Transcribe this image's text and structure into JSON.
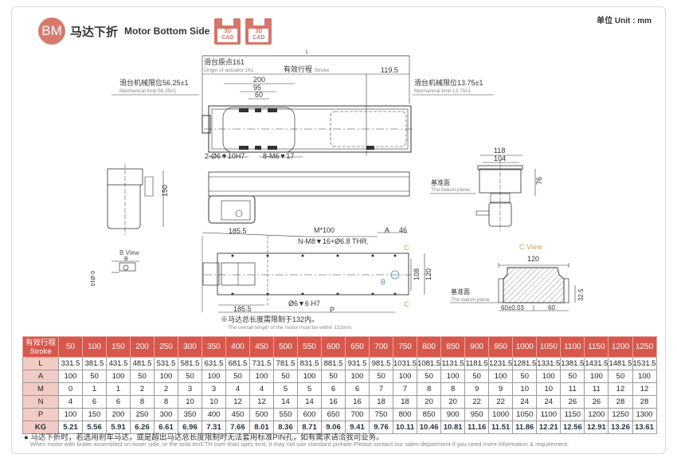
{
  "header": {
    "badge": "BM",
    "title_cn": "马达下折",
    "title_en": "Motor Bottom Side",
    "cad_label_1": "3D",
    "cad_label_2": "CAD",
    "unit": "单位 Unit : mm"
  },
  "top_view": {
    "L": "L",
    "origin_cn": "滑台原点161",
    "origin_en": "Origin of actuator:161",
    "stroke_cn": "有效行程",
    "stroke_en": "Stroke",
    "dim_1195": "119.5",
    "mech_left_cn": "滑台机械限位56.25±1",
    "mech_left_en": "Mechanical limit:56.25±1",
    "mech_right_cn": "滑台机械限位13.75±1",
    "mech_right_en": "Mechanical limit:13.75±1",
    "dim_200": "200",
    "dim_95": "95",
    "dim_60": "60",
    "hole_1": "2-Ø6▼10H7",
    "hole_2": "8-M6▼17"
  },
  "side_view": {
    "dim_150": "150"
  },
  "end_view": {
    "dim_118": "118",
    "dim_104": "104",
    "dim_76": "76",
    "datum_cn": "基准面",
    "datum_en": "The datum plane"
  },
  "bottom_view": {
    "dim_1855_top": "185.5",
    "m100": "M*100",
    "A": "A",
    "dim_46": "46",
    "holes": "N-M8▼16+Ø6.8 THR.",
    "C": "C",
    "B": "B",
    "dim_108": "108",
    "dim_120": "120",
    "pin": "Ø6▼6 H7",
    "P": "P",
    "dim_1855": "185.5",
    "limit_cn": "※马达总长度需限制于132内。",
    "limit_en": "The overall length of the motor must be within 132mm."
  },
  "b_view": {
    "title": "B View",
    "B": "B",
    "dim": "6-Ø10"
  },
  "c_view": {
    "title": "C View",
    "dim_120": "120",
    "dim_325": "32.5",
    "dim_60a": "60±0.03",
    "dim_60b": "60",
    "datum_cn": "基准面",
    "datum_en": "The datum plane"
  },
  "table": {
    "head_cn": "有效行程",
    "head_en": "Stroke",
    "strokes": [
      "50",
      "100",
      "150",
      "200",
      "250",
      "300",
      "350",
      "400",
      "450",
      "500",
      "550",
      "600",
      "650",
      "700",
      "750",
      "800",
      "850",
      "900",
      "950",
      "1000",
      "1050",
      "1100",
      "1150",
      "1200",
      "1250"
    ],
    "rows": [
      {
        "label": "L",
        "values": [
          "331.5",
          "381.5",
          "431.5",
          "481.5",
          "531.5",
          "581.5",
          "631.5",
          "681.5",
          "731.5",
          "781.5",
          "831.5",
          "881.5",
          "931.5",
          "981.5",
          "1031.5",
          "1081.5",
          "1131.5",
          "1181.5",
          "1231.5",
          "1281.5",
          "1331.5",
          "1381.5",
          "1431.5",
          "1481.5",
          "1531.5"
        ]
      },
      {
        "label": "A",
        "values": [
          "100",
          "50",
          "100",
          "50",
          "100",
          "50",
          "100",
          "50",
          "100",
          "50",
          "100",
          "50",
          "100",
          "50",
          "100",
          "50",
          "100",
          "50",
          "100",
          "50",
          "100",
          "50",
          "100",
          "50",
          "100"
        ]
      },
      {
        "label": "M",
        "values": [
          "0",
          "1",
          "1",
          "2",
          "2",
          "3",
          "3",
          "4",
          "4",
          "5",
          "5",
          "6",
          "6",
          "7",
          "7",
          "8",
          "8",
          "9",
          "9",
          "10",
          "10",
          "11",
          "11",
          "12",
          "12"
        ]
      },
      {
        "label": "N",
        "values": [
          "4",
          "6",
          "6",
          "8",
          "8",
          "10",
          "10",
          "12",
          "12",
          "14",
          "14",
          "16",
          "16",
          "18",
          "18",
          "20",
          "20",
          "22",
          "22",
          "24",
          "24",
          "26",
          "26",
          "28",
          "28"
        ]
      },
      {
        "label": "P",
        "values": [
          "100",
          "150",
          "200",
          "250",
          "300",
          "350",
          "400",
          "450",
          "500",
          "550",
          "600",
          "650",
          "700",
          "750",
          "800",
          "850",
          "900",
          "950",
          "1000",
          "1050",
          "1100",
          "1150",
          "1200",
          "1250",
          "1300"
        ]
      },
      {
        "label": "KG",
        "values": [
          "5.21",
          "5.56",
          "5.91",
          "6.26",
          "6.61",
          "6.96",
          "7.31",
          "7.66",
          "8.01",
          "8.36",
          "8.71",
          "9.06",
          "9.41",
          "9.76",
          "10.11",
          "10.46",
          "10.81",
          "11.16",
          "11.51",
          "11.86",
          "12.21",
          "12.56",
          "12.91",
          "13.26",
          "13.61"
        ]
      }
    ]
  },
  "note": {
    "cn": "● 马达下折时，若选用刹车马达，或是超出马达总长度限制时无法套用标准PIN孔，如有需求请洽我司业务。",
    "en": "When motor with brake assembled on lower side, or the total lenCTH over than spec limit, it may not use standard pinhole.Please contact our sales department if you need more information & requirement."
  }
}
